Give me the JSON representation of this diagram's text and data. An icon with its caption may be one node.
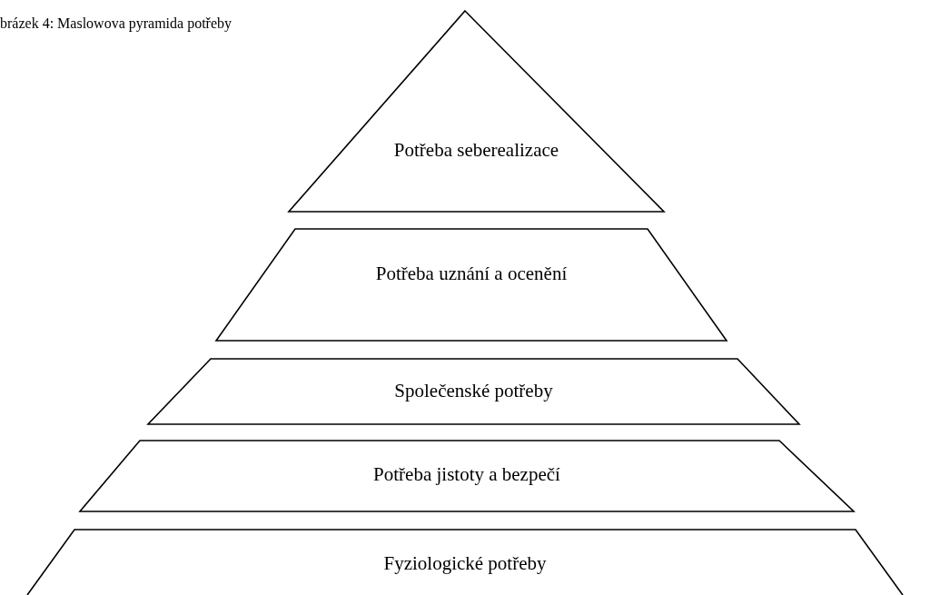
{
  "diagram": {
    "title": "brázek 4: Maslowova pyramida potřeby",
    "nodes": [
      {
        "text": [
          "Potřeba seberealizace"
        ]
      },
      {
        "text": [
          "Potřeba uznání a ocenění"
        ]
      },
      {
        "text": [
          "Společenské potřeby"
        ]
      },
      {
        "text": [
          "Potřeba jistoty a bezpečí"
        ]
      },
      {
        "text": [
          "Fyziologické potřeby"
        ]
      }
    ]
  }
}
